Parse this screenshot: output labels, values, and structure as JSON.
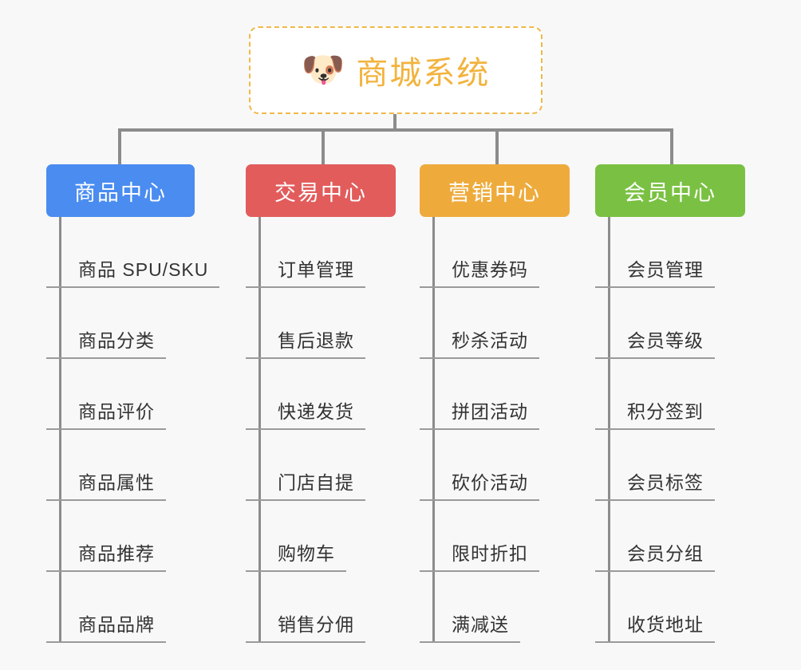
{
  "root": {
    "icon": "dog-face-icon",
    "icon_glyph": "🐶",
    "title": "商城系统",
    "accent_color": "#f2b33d",
    "border_color": "#f0b84a"
  },
  "canvas": {
    "background_color": "#f8f8f8",
    "connector_color": "#8c8c8c",
    "leaf_underline_color": "#9a9a9a",
    "leaf_text_color": "#333333"
  },
  "branches": [
    {
      "label": "商品中心",
      "color": "#4a8cf0",
      "items": [
        "商品 SPU/SKU",
        "商品分类",
        "商品评价",
        "商品属性",
        "商品推荐",
        "商品品牌"
      ]
    },
    {
      "label": "交易中心",
      "color": "#e25c5c",
      "items": [
        "订单管理",
        "售后退款",
        "快递发货",
        "门店自提",
        "购物车",
        "销售分佣"
      ]
    },
    {
      "label": "营销中心",
      "color": "#eeab3c",
      "items": [
        "优惠券码",
        "秒杀活动",
        "拼团活动",
        "砍价活动",
        "限时折扣",
        "满减送"
      ]
    },
    {
      "label": "会员中心",
      "color": "#7ac143",
      "items": [
        "会员管理",
        "会员等级",
        "积分签到",
        "会员标签",
        "会员分组",
        "收货地址"
      ]
    }
  ]
}
